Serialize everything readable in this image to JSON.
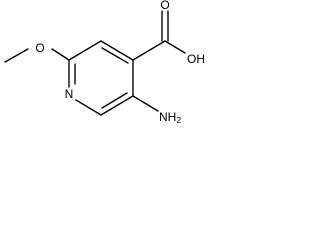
{
  "molecule": {
    "atoms": {
      "ring_nitrogen": "N",
      "methoxy_oxygen": "O",
      "carbonyl_oxygen": "O",
      "hydroxyl": "OH",
      "amino": "NH",
      "amino_subscript": "2"
    },
    "colors": {
      "bond": "#000000",
      "text": "#000000",
      "background": "#ffffff"
    }
  }
}
